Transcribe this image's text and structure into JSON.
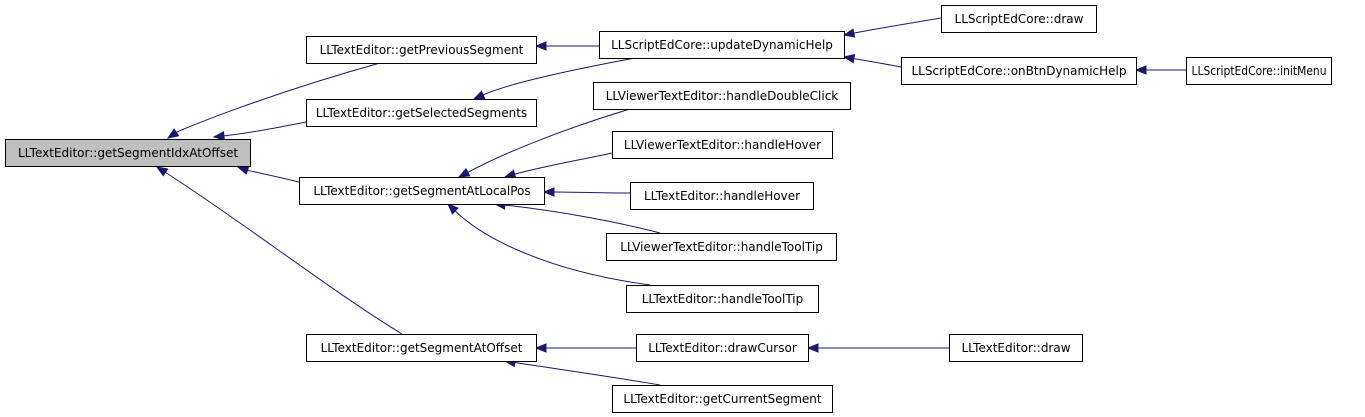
{
  "colors": {
    "edge": "#191970",
    "root_fill": "#bfbfbf",
    "node_fill": "#ffffff",
    "node_stroke": "#000000"
  },
  "nodes": [
    {
      "id": "getSegmentIdxAtOffset",
      "label": "LLTextEditor::getSegmentIdxAtOffset",
      "root": true
    },
    {
      "id": "getPreviousSegment",
      "label": "LLTextEditor::getPreviousSegment"
    },
    {
      "id": "getSelectedSegments",
      "label": "LLTextEditor::getSelectedSegments"
    },
    {
      "id": "getSegmentAtLocalPos",
      "label": "LLTextEditor::getSegmentAtLocalPos"
    },
    {
      "id": "getSegmentAtOffset",
      "label": "LLTextEditor::getSegmentAtOffset"
    },
    {
      "id": "updateDynamicHelp",
      "label": "LLScriptEdCore::updateDynamicHelp"
    },
    {
      "id": "scriptDraw",
      "label": "LLScriptEdCore::draw"
    },
    {
      "id": "onBtnDynamicHelp",
      "label": "LLScriptEdCore::onBtnDynamicHelp"
    },
    {
      "id": "initMenu",
      "label": "LLScriptEdCore::initMenu"
    },
    {
      "id": "vteHandleDoubleClick",
      "label": "LLViewerTextEditor::handleDoubleClick"
    },
    {
      "id": "vteHandleHover",
      "label": "LLViewerTextEditor::handleHover"
    },
    {
      "id": "teHandleHover",
      "label": "LLTextEditor::handleHover"
    },
    {
      "id": "vteHandleToolTip",
      "label": "LLViewerTextEditor::handleToolTip"
    },
    {
      "id": "teHandleToolTip",
      "label": "LLTextEditor::handleToolTip"
    },
    {
      "id": "drawCursor",
      "label": "LLTextEditor::drawCursor"
    },
    {
      "id": "teDraw",
      "label": "LLTextEditor::draw"
    },
    {
      "id": "getCurrentSegment",
      "label": "LLTextEditor::getCurrentSegment"
    }
  ],
  "edges": [
    {
      "from": "getPreviousSegment",
      "to": "getSegmentIdxAtOffset"
    },
    {
      "from": "getSelectedSegments",
      "to": "getSegmentIdxAtOffset"
    },
    {
      "from": "getSegmentAtLocalPos",
      "to": "getSegmentIdxAtOffset"
    },
    {
      "from": "getSegmentAtOffset",
      "to": "getSegmentIdxAtOffset"
    },
    {
      "from": "updateDynamicHelp",
      "to": "getPreviousSegment"
    },
    {
      "from": "updateDynamicHelp",
      "to": "getSelectedSegments"
    },
    {
      "from": "scriptDraw",
      "to": "updateDynamicHelp"
    },
    {
      "from": "onBtnDynamicHelp",
      "to": "updateDynamicHelp"
    },
    {
      "from": "initMenu",
      "to": "onBtnDynamicHelp"
    },
    {
      "from": "vteHandleDoubleClick",
      "to": "getSegmentAtLocalPos"
    },
    {
      "from": "vteHandleHover",
      "to": "getSegmentAtLocalPos"
    },
    {
      "from": "teHandleHover",
      "to": "getSegmentAtLocalPos"
    },
    {
      "from": "vteHandleToolTip",
      "to": "getSegmentAtLocalPos"
    },
    {
      "from": "teHandleToolTip",
      "to": "getSegmentAtLocalPos"
    },
    {
      "from": "drawCursor",
      "to": "getSegmentAtOffset"
    },
    {
      "from": "getCurrentSegment",
      "to": "getSegmentAtOffset"
    },
    {
      "from": "teDraw",
      "to": "drawCursor"
    }
  ]
}
